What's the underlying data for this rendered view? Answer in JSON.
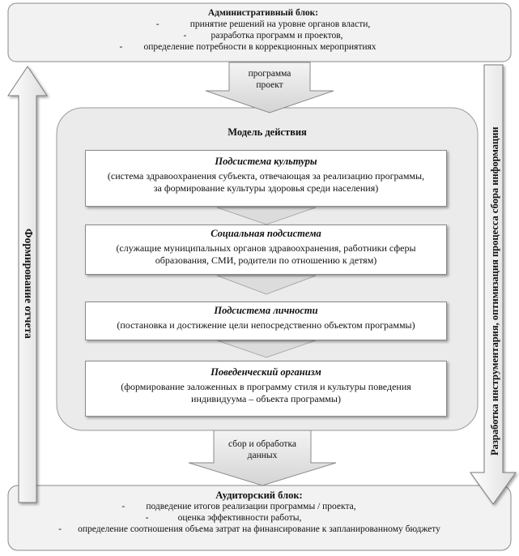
{
  "admin_block": {
    "title": "Административный блок:",
    "items": [
      "принятие  решений  на уровне органов власти,",
      "разработка программ и проектов,",
      "определение  потребности в коррекционных  мероприятиях"
    ]
  },
  "top_arrow": {
    "line1": "программа",
    "line2": "проект"
  },
  "model": {
    "title": "Модель действия",
    "subsystems": [
      {
        "title": "Подсистема культуры",
        "line1": "(система здравоохранения субъекта, отвечающая за реализацию программы,",
        "line2": "за формирование культуры здоровья среди населения)"
      },
      {
        "title": "Социальная подсистема",
        "line1": "(служащие муниципальных органов здравоохранения, работники сферы",
        "line2": "образования, СМИ, родители по  отношению к детям)"
      },
      {
        "title": "Подсистема личности",
        "line1": "(постановка и достижение цели непосредственно объектом программы)"
      },
      {
        "title": "Поведенческий организм",
        "line1": "(формирование заложенных в программу стиля и культуры поведения",
        "line2": "индивидуума – объекта программы)"
      }
    ]
  },
  "bottom_arrow": {
    "line1": "сбор и обработка",
    "line2": "данных"
  },
  "left_arrow_label": "Формирование отчета",
  "right_arrow_label": "Разработка инструментария, оптимизация процесса сбора информации",
  "audit_block": {
    "title": "Аудиторский блок:",
    "items": [
      "подведение итогов реализации программы / проекта,",
      "оценка эффективности  работы,",
      "определение соотношения объема затрат на финансирование к запланированному бюджету"
    ]
  },
  "colors": {
    "block_fill": "#f2f2f2",
    "block_stroke": "#8a8a8a",
    "arrow_fill": "#e6e6e6"
  }
}
